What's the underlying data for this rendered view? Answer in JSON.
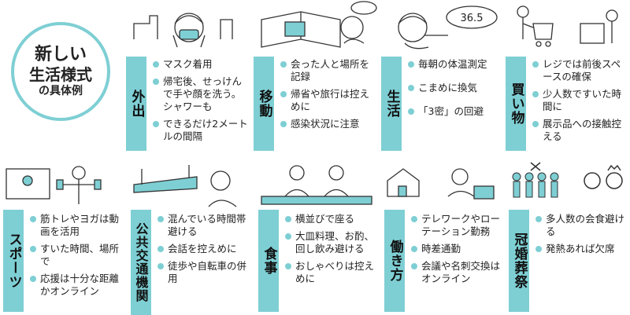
{
  "title": {
    "line1": "新しい",
    "line2": "生活様式",
    "line3": "の具体例"
  },
  "panels": [
    {
      "category": "外出",
      "items": [
        "マスク着用",
        "帰宅後、せっけんで手や顔を洗う。シャワーも",
        "できるだけ2メートルの間隔"
      ]
    },
    {
      "category": "移動",
      "items": [
        "会った人と場所を記録",
        "帰省や旅行は控えめに",
        "感染状況に注意"
      ]
    },
    {
      "category": "生活",
      "items": [
        "毎朝の体温測定",
        "こまめに換気",
        "「3密」の回避"
      ]
    },
    {
      "category": "買い物",
      "items": [
        "レジでは前後スペースの確保",
        "少人数ですいた時間に",
        "展示品への接触控える"
      ]
    },
    {
      "category": "スポーツ",
      "items": [
        "筋トレやヨガは動画を活用",
        "すいた時間、場所で",
        "応援は十分な距離かオンライン"
      ]
    },
    {
      "category": "公共交通機関",
      "items": [
        "混んでいる時間帯避ける",
        "会話を控えめに",
        "徒歩や自転車の併用"
      ]
    },
    {
      "category": "食事",
      "items": [
        "横並びで座る",
        "大皿料理、お酌、回し飲み避ける",
        "おしゃべりは控えめに"
      ]
    },
    {
      "category": "働き方",
      "items": [
        "テレワークやローテーション勤務",
        "時差通勤",
        "会議や名刺交換はオンライン"
      ]
    },
    {
      "category": "冠婚葬祭",
      "items": [
        "多人数の会食避ける",
        "発熱あれば欠席"
      ]
    }
  ],
  "thermometer_reading": "36.5",
  "colors": {
    "accent": "#7ecfd4",
    "line": "#333333"
  }
}
